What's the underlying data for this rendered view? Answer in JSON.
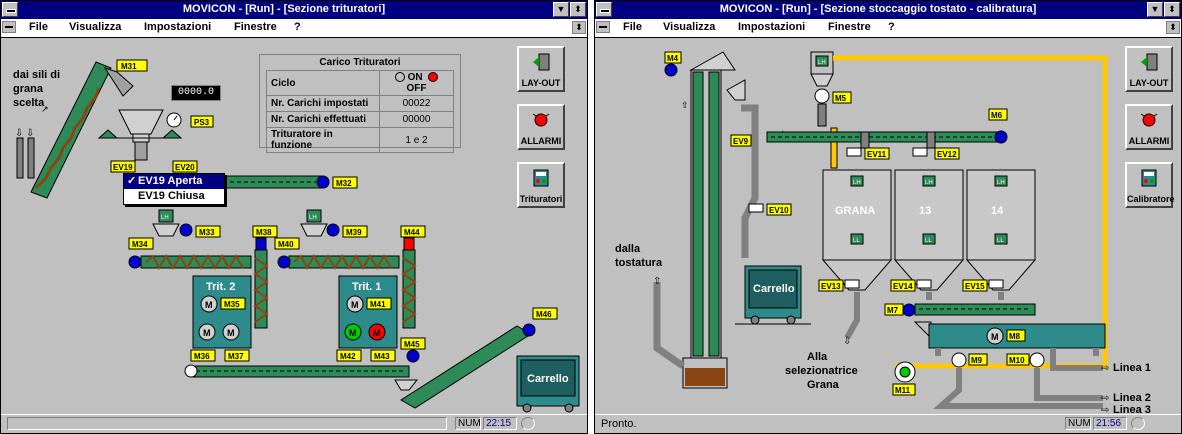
{
  "left_window": {
    "title": "MOVICON - [Run] - [Sezione trituratori]",
    "menu": [
      "File",
      "Visualizza",
      "Impostazioni",
      "Finestre",
      "?"
    ],
    "feed_label": [
      "dai sili di",
      "grana",
      "scelta"
    ],
    "lcd_value": "0000.0",
    "panel": {
      "title": "Carico Trituratori",
      "rows": [
        {
          "label": "Ciclo",
          "on": "ON",
          "off": "OFF"
        },
        {
          "label": "Nr. Carichi impostati",
          "value": "00022"
        },
        {
          "label": "Nr. Carichi effettuati",
          "value": "00000"
        },
        {
          "label": "Trituratore in funzione",
          "value": "1 e 2"
        }
      ]
    },
    "popup": {
      "checked": "✓",
      "items": [
        "EV19 Aperta",
        "EV19 Chiusa"
      ]
    },
    "tags": {
      "m31": "M31",
      "ps3": "PS3",
      "ev19": "EV19",
      "ev20": "EV20",
      "m32": "M32",
      "m33": "M33",
      "m34": "M34",
      "m35": "M35",
      "m36": "M36",
      "m37": "M37",
      "m38": "M38",
      "m39": "M39",
      "m40": "M40",
      "m41": "M41",
      "m42": "M42",
      "m43": "M43",
      "m44": "M44",
      "m45": "M45",
      "m46": "M46",
      "lh": "LH"
    },
    "trit2": "Trit. 2",
    "trit1": "Trit. 1",
    "motor": "M",
    "cart": "Carrello",
    "buttons": [
      "LAY-OUT",
      "ALLARMI",
      "Trituratori"
    ],
    "status": {
      "num": "NUM",
      "time": "22:15"
    }
  },
  "right_window": {
    "title": "MOVICON - [Run] - [Sezione stoccaggio tostato - calibratura]",
    "menu": [
      "File",
      "Visualizza",
      "Impostazioni",
      "Finestre",
      "?"
    ],
    "tags": {
      "m4": "M4",
      "m5": "M5",
      "m6": "M6",
      "m7": "M7",
      "m8": "M8",
      "m9": "M9",
      "m10": "M10",
      "m11": "M11",
      "ev9": "EV9",
      "ev10": "EV10",
      "ev11": "EV11",
      "ev12": "EV12",
      "ev13": "EV13",
      "ev14": "EV14",
      "ev15": "EV15",
      "lh": "LH",
      "ll": "LL"
    },
    "silos": [
      "GRANA",
      "13",
      "14"
    ],
    "from_label": [
      "dalla",
      "tostatura"
    ],
    "to_label": [
      "Alla",
      "selezionatrice",
      "Grana"
    ],
    "lines": [
      "Linea 1",
      "Linea 2",
      "Linea 3"
    ],
    "motor": "M",
    "cart": "Carrello",
    "buttons": [
      "LAY-OUT",
      "ALLARMI",
      "Calibratore"
    ],
    "status": {
      "text": "Pronto.",
      "num": "NUM",
      "time": "21:56"
    }
  }
}
